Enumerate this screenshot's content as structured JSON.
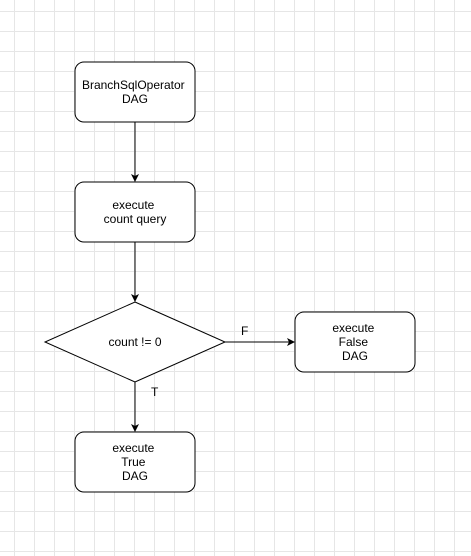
{
  "diagram": {
    "nodes": {
      "start": {
        "lines": [
          "BranchSqlOperator",
          "DAG"
        ]
      },
      "query": {
        "lines": [
          "execute",
          "count query"
        ]
      },
      "decision": {
        "lines": [
          "count != 0"
        ]
      },
      "false_branch": {
        "lines": [
          "execute",
          "False",
          "DAG"
        ]
      },
      "true_branch": {
        "lines": [
          "execute",
          "True",
          "DAG"
        ]
      }
    },
    "edges": {
      "false_label": "F",
      "true_label": "T"
    }
  }
}
